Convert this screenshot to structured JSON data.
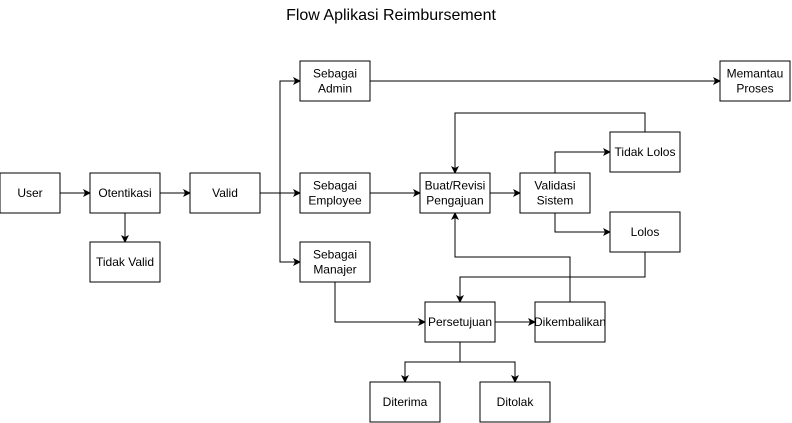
{
  "title": "Flow Aplikasi Reimbursement",
  "colors": {
    "stroke": "#000000",
    "fill": "#ffffff",
    "text": "#000000"
  },
  "nodes": {
    "user": [
      "User"
    ],
    "otentikasi": [
      "Otentikasi"
    ],
    "valid": [
      "Valid"
    ],
    "tidak_valid": [
      "Tidak Valid"
    ],
    "admin": [
      "Sebagai",
      "Admin"
    ],
    "employee": [
      "Sebagai",
      "Employee"
    ],
    "manajer": [
      "Sebagai",
      "Manajer"
    ],
    "memantau": [
      "Memantau",
      "Proses"
    ],
    "buat_revisi": [
      "Buat/Revisi",
      "Pengajuan"
    ],
    "validasi": [
      "Validasi",
      "Sistem"
    ],
    "tidak_lolos": [
      "Tidak Lolos"
    ],
    "lolos": [
      "Lolos"
    ],
    "persetujuan": [
      "Persetujuan"
    ],
    "dikembalikan": [
      "Dikembalikan"
    ],
    "diterima": [
      "Diterima"
    ],
    "ditolak": [
      "Ditolak"
    ]
  },
  "edges": [
    [
      "user",
      "otentikasi"
    ],
    [
      "otentikasi",
      "valid"
    ],
    [
      "otentikasi",
      "tidak_valid"
    ],
    [
      "valid",
      "admin"
    ],
    [
      "valid",
      "employee"
    ],
    [
      "valid",
      "manajer"
    ],
    [
      "admin",
      "memantau"
    ],
    [
      "employee",
      "buat_revisi"
    ],
    [
      "buat_revisi",
      "validasi"
    ],
    [
      "validasi",
      "tidak_lolos"
    ],
    [
      "validasi",
      "lolos"
    ],
    [
      "tidak_lolos",
      "buat_revisi"
    ],
    [
      "lolos",
      "persetujuan"
    ],
    [
      "manajer",
      "persetujuan"
    ],
    [
      "persetujuan",
      "dikembalikan"
    ],
    [
      "dikembalikan",
      "buat_revisi"
    ],
    [
      "persetujuan",
      "diterima"
    ],
    [
      "persetujuan",
      "ditolak"
    ]
  ]
}
